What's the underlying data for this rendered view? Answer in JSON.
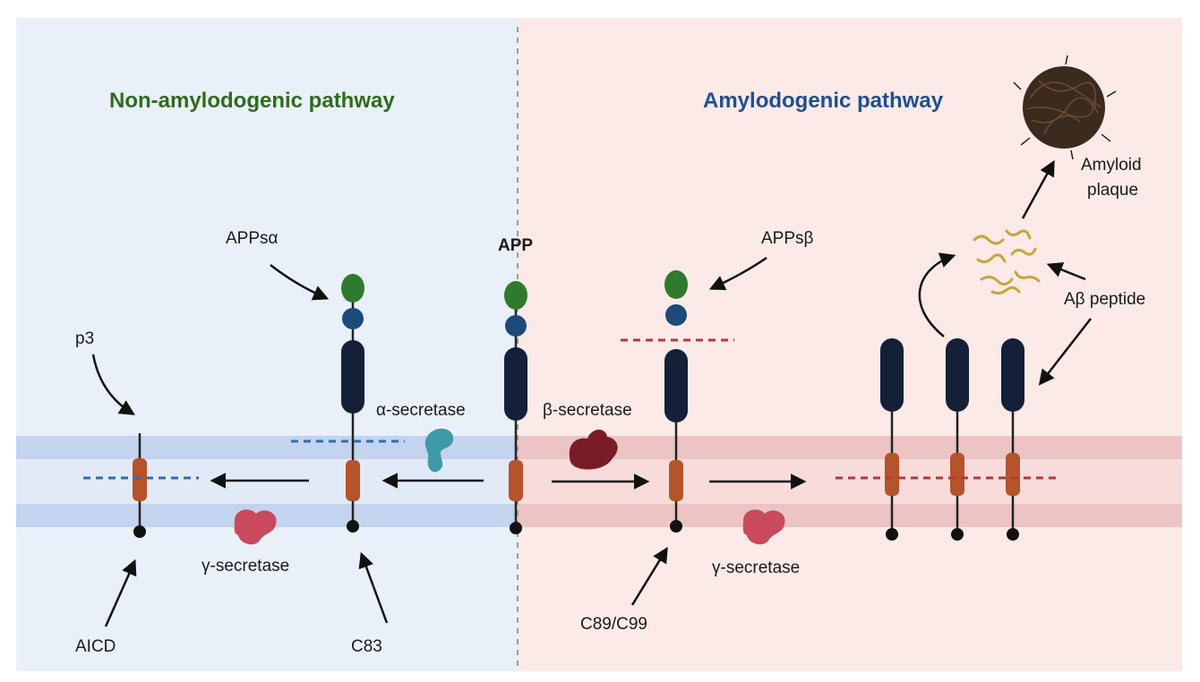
{
  "left_pathway": {
    "title": "Non-amylodogenic pathway",
    "title_color": "#2e6b1f",
    "labels": {
      "appsa": "APPsα",
      "alpha_secretase": "α-secretase",
      "gamma_secretase": "γ-secretase",
      "p3": "p3",
      "aicd": "AICD",
      "c83": "C83"
    }
  },
  "center": {
    "app": "APP"
  },
  "right_pathway": {
    "title": "Amylodogenic pathway",
    "title_color": "#1f4f8f",
    "labels": {
      "appsb": "APPsβ",
      "beta_secretase": "β-secretase",
      "gamma_secretase": "γ-secretase",
      "c89_c99": "C89/C99",
      "amyloid_plaque_line1": "Amyloid",
      "amyloid_plaque_line2": "plaque",
      "ab_peptide": "Aβ peptide"
    }
  },
  "colors": {
    "left_bg": "#eaf0fa",
    "right_bg": "#fbeae8",
    "left_membrane": "#c4d3ee",
    "right_membrane": "#ecc4c4",
    "app_domain_green": "#2f7a2c",
    "app_domain_blue": "#1d4a7a",
    "app_body": "#132038",
    "transmembrane": "#b5532a",
    "cut_blue": "#2f6db0",
    "cut_red": "#b23a3a",
    "gamma_secretase": "#c94a5c",
    "alpha_secretase": "#3f9aa8",
    "beta_secretase": "#7a1c28",
    "peptide": "#c9a53b",
    "plaque": "#3b2a1e"
  }
}
